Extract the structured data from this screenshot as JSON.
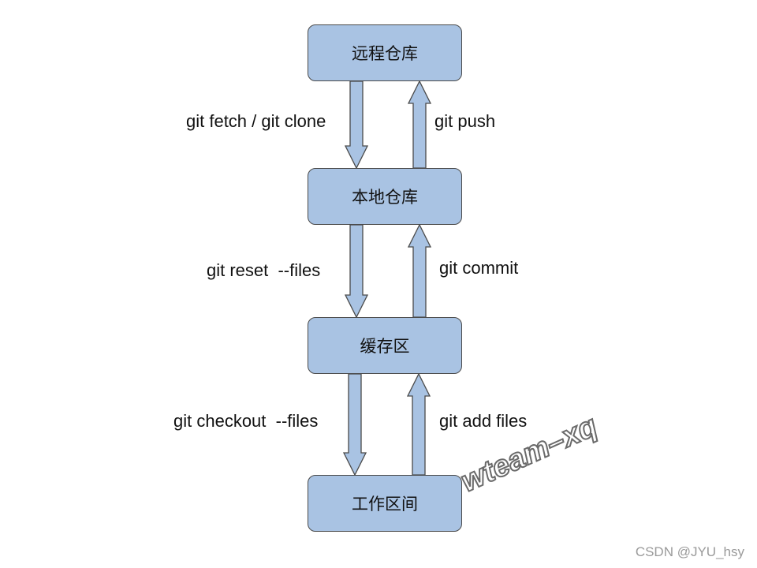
{
  "diagram": {
    "nodes": [
      {
        "id": "remote",
        "label": "远程仓库"
      },
      {
        "id": "local",
        "label": "本地仓库"
      },
      {
        "id": "stage",
        "label": "缓存区"
      },
      {
        "id": "work",
        "label": "工作区间"
      }
    ],
    "edges": [
      {
        "id": "fetch",
        "from": "remote",
        "to": "local",
        "label": "git fetch / git clone"
      },
      {
        "id": "push",
        "from": "local",
        "to": "remote",
        "label": "git push"
      },
      {
        "id": "reset",
        "from": "local",
        "to": "stage",
        "label": "git reset  --files"
      },
      {
        "id": "commit",
        "from": "stage",
        "to": "local",
        "label": "git commit"
      },
      {
        "id": "checkout",
        "from": "stage",
        "to": "work",
        "label": "git checkout  --files"
      },
      {
        "id": "add",
        "from": "work",
        "to": "stage",
        "label": "git add files"
      }
    ]
  },
  "watermark": "wteam–xq",
  "credit": "CSDN @JYU_hsy",
  "colors": {
    "box_fill": "#a9c3e3",
    "outline": "#4a4a4a",
    "text": "#111111"
  }
}
